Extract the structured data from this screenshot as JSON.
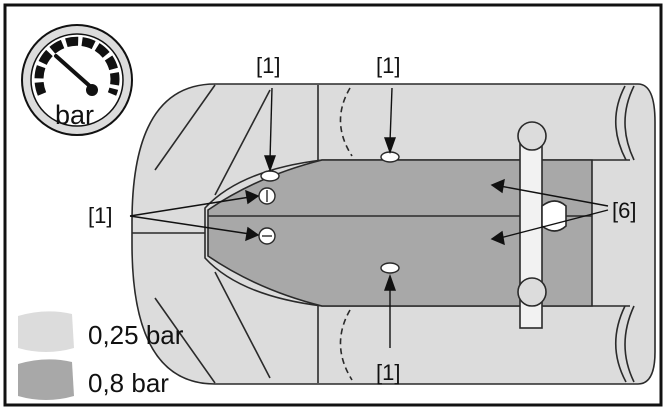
{
  "colors": {
    "tube_light": "#dcdcdc",
    "floor_dark": "#a8a8a8",
    "outline": "#2a2a2a",
    "border": "#111111"
  },
  "gauge": {
    "unit": "bar"
  },
  "callouts": {
    "valve_top_left": "[1]",
    "valve_top_right": "[1]",
    "valve_left": "[1]",
    "valve_bottom": "[1]",
    "floor_panels": "[6]"
  },
  "legend": [
    {
      "label": "0,25 bar",
      "color": "#dcdcdc"
    },
    {
      "label": "0,8 bar",
      "color": "#a8a8a8"
    }
  ]
}
